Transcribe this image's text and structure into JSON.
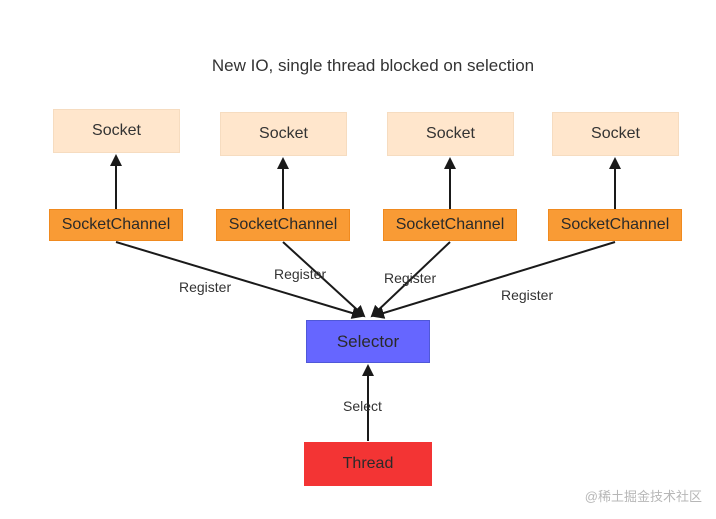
{
  "title": "New IO, single thread blocked on selection",
  "sockets": [
    {
      "label": "Socket"
    },
    {
      "label": "Socket"
    },
    {
      "label": "Socket"
    },
    {
      "label": "Socket"
    }
  ],
  "channels": [
    {
      "label": "SocketChannel"
    },
    {
      "label": "SocketChannel"
    },
    {
      "label": "SocketChannel"
    },
    {
      "label": "SocketChannel"
    }
  ],
  "edge_labels": {
    "register_1": "Register",
    "register_2": "Register",
    "register_3": "Register",
    "register_4": "Register",
    "select": "Select"
  },
  "selector": {
    "label": "Selector"
  },
  "thread": {
    "label": "Thread"
  },
  "watermark": "@稀土掘金技术社区",
  "colors": {
    "socket": "#ffe6cc",
    "channel": "#f99b35",
    "selector": "#6666ff",
    "thread": "#f33434",
    "arrow": "#1a1a1a"
  }
}
